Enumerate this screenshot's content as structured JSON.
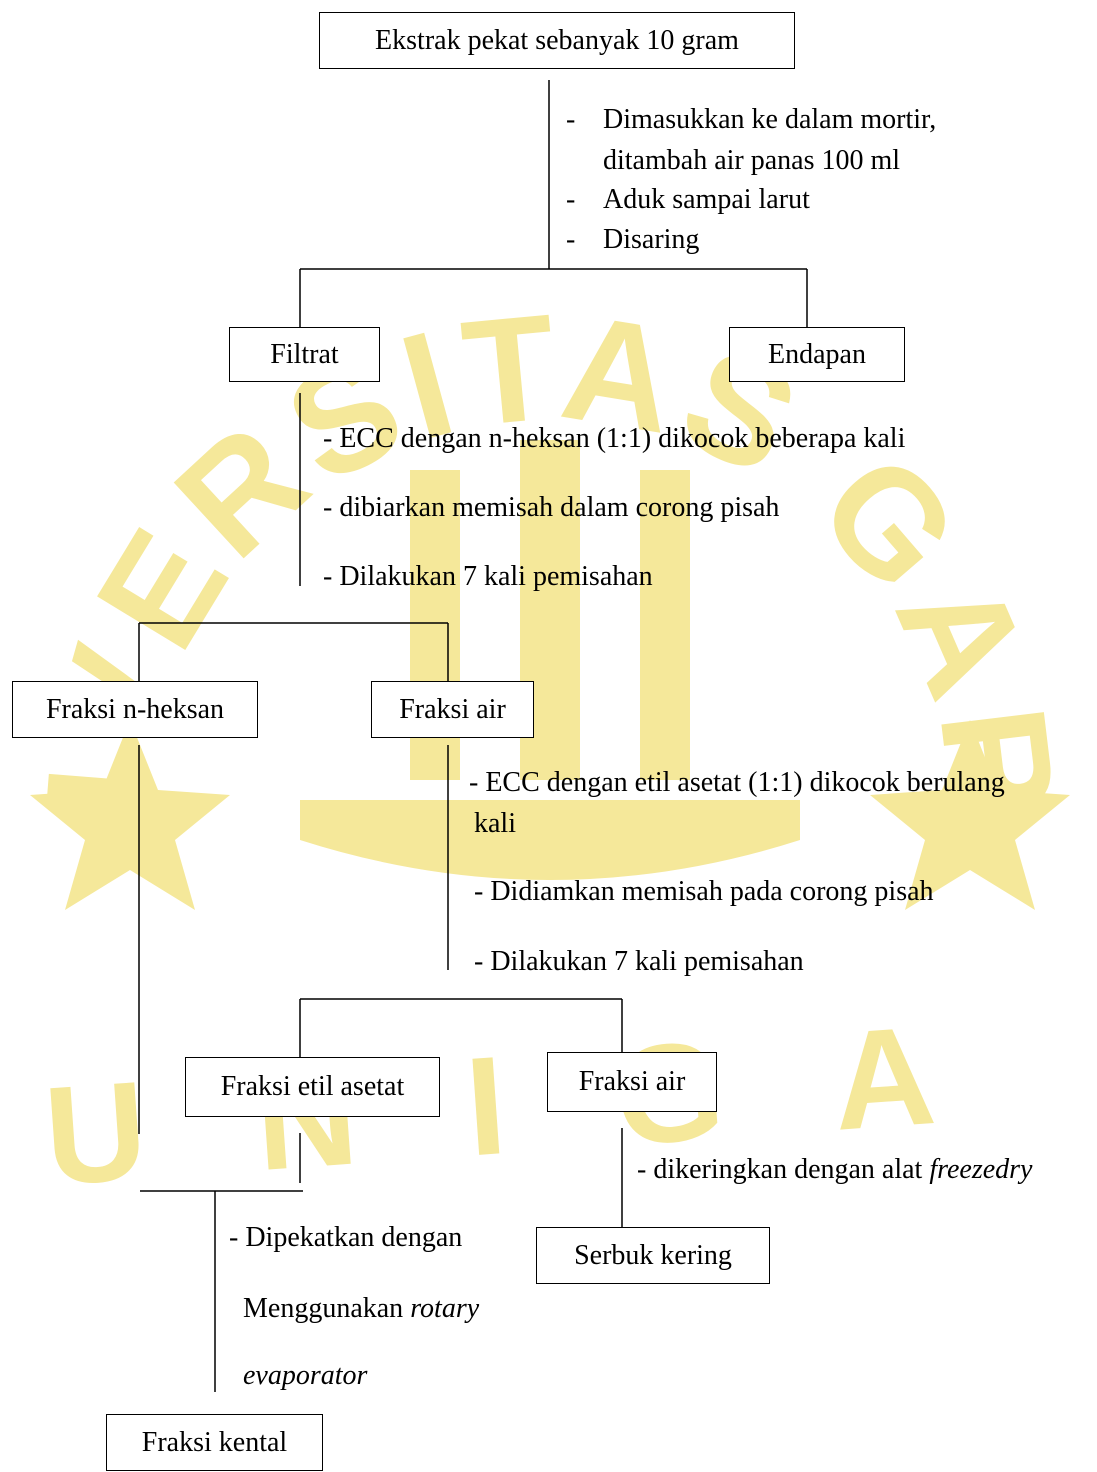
{
  "watermark": {
    "arc_text": "UNIVERSITAS GARUT",
    "bottom_text": "UNIGA",
    "color": "#f5e89a"
  },
  "boxes": {
    "start": "Ekstrak pekat sebanyak 10 gram",
    "filtrat": "Filtrat",
    "endapan": "Endapan",
    "fraksi_nheksan": "Fraksi n-heksan",
    "fraksi_air_1": "Fraksi air",
    "fraksi_etil_asetat": "Fraksi etil asetat",
    "fraksi_air_2": "Fraksi air",
    "serbuk_kering": "Serbuk kering",
    "fraksi_kental": "Fraksi kental"
  },
  "steps": {
    "step1": {
      "dash": "-",
      "a1": "Dimasukkan ke dalam mortir,",
      "a2": "ditambah air panas 100 ml",
      "b": "Aduk sampai larut",
      "c": "Disaring"
    },
    "step2": {
      "a": "- ECC dengan  n-heksan (1:1) dikocok beberapa kali",
      "b": "- dibiarkan memisah dalam corong pisah",
      "c": "- Dilakukan 7 kali pemisahan"
    },
    "step3": {
      "a1": "- ECC dengan etil asetat (1:1) dikocok berulang",
      "a2": "kali",
      "b": "- Didiamkan memisah pada corong pisah",
      "c": "- Dilakukan 7 kali pemisahan"
    },
    "step4": {
      "prefix": "- dikeringkan dengan alat ",
      "italic": "freezedry"
    },
    "step5": {
      "a": "- Dipekatkan dengan",
      "b_prefix": "Menggunakan ",
      "b_italic": "rotary",
      "c_italic": "evaporator"
    }
  }
}
